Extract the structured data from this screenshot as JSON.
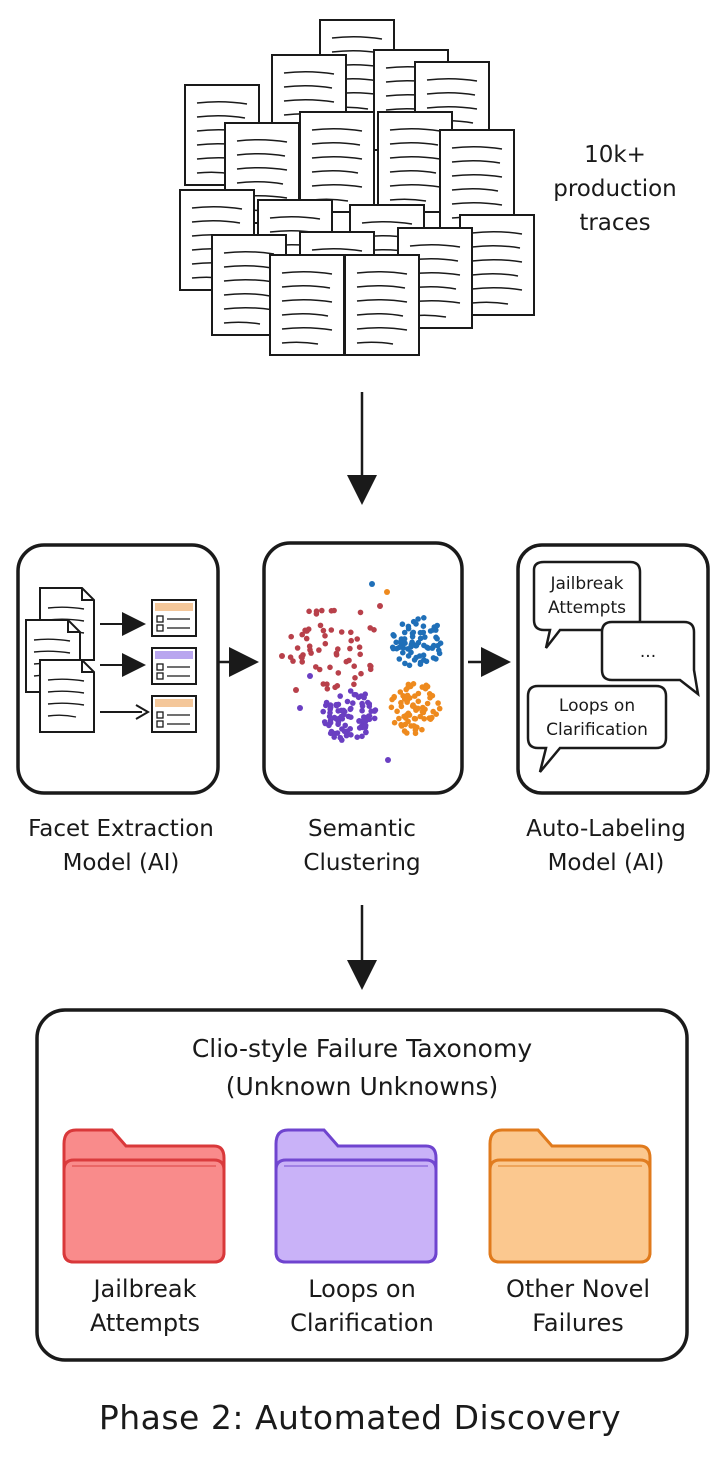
{
  "traces_label": "10k+\nproduction\ntraces",
  "stages": [
    {
      "label": "Facet Extraction\nModel (AI)"
    },
    {
      "label": "Semantic\nClustering"
    },
    {
      "label": "Auto-Labeling\nModel (AI)"
    }
  ],
  "bubbles": [
    "Jailbreak\nAttempts",
    "...",
    "Loops on\nClarification"
  ],
  "taxonomy": {
    "title": "Clio-style Failure Taxonomy\n(Unknown Unknowns)",
    "folders": [
      {
        "label": "Jailbreak\nAttempts",
        "fill": "#f98b8b",
        "stroke": "#d9383a"
      },
      {
        "label": "Loops on\nClarification",
        "fill": "#c9b2f8",
        "stroke": "#6f44cf"
      },
      {
        "label": "Other Novel\nFailures",
        "fill": "#fbc88f",
        "stroke": "#e07a1c"
      }
    ]
  },
  "cluster_colors": {
    "red": "#b8404a",
    "blue": "#1f6fb8",
    "purple": "#6a3fc2",
    "orange": "#ee8a1e"
  },
  "facet_tag_colors": [
    "#f4c79a",
    "#b9a6ef",
    "#f4c79a"
  ],
  "footer": "Phase 2: Automated Discovery"
}
